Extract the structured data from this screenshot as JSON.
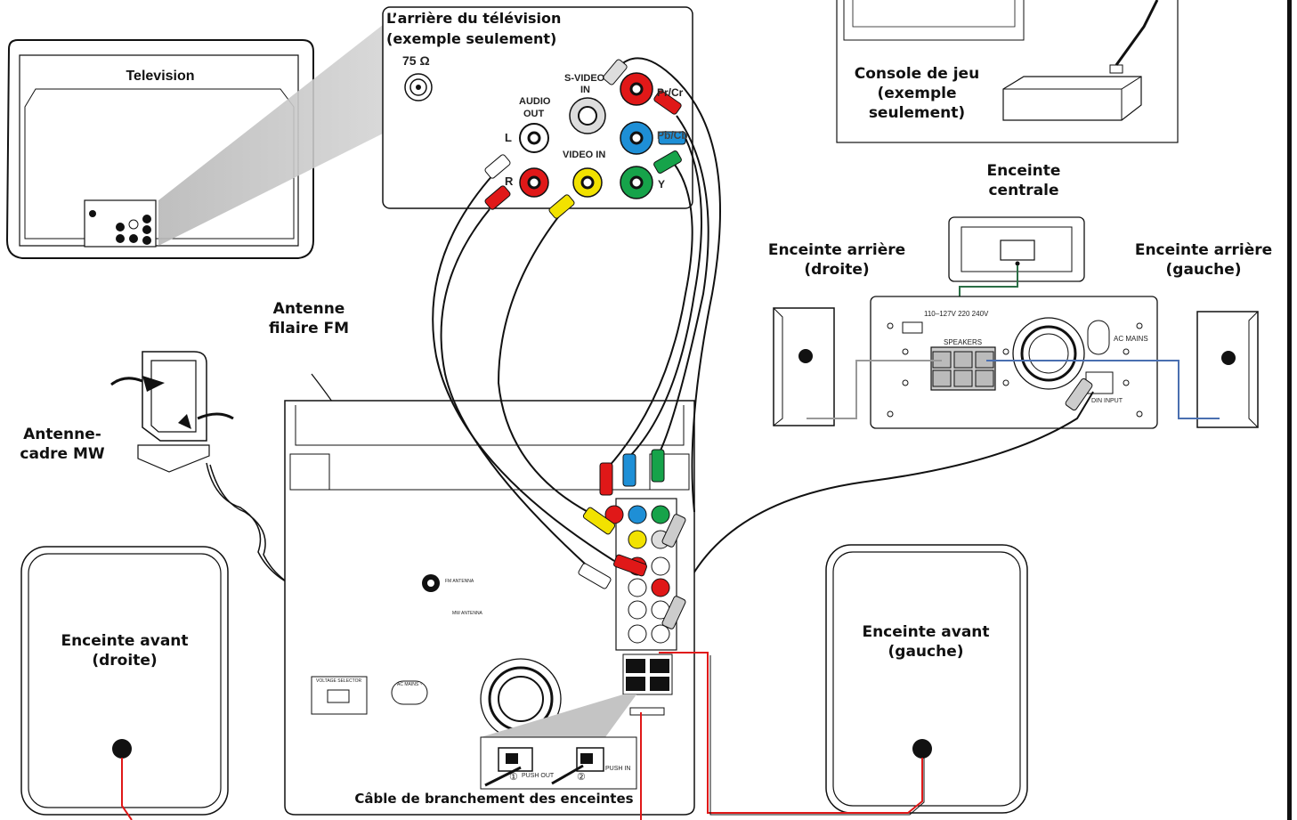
{
  "labels": {
    "television": "Television",
    "tv_back_title": "L’arrière du télévision",
    "tv_back_subtitle": "(exemple seulement)",
    "antenna_75": "75 Ω",
    "audio_out": "AUDIO",
    "audio_out2": "OUT",
    "audio_l": "L",
    "audio_r": "R",
    "svideo_in": "S-VIDEO",
    "svideo_in2": "IN",
    "video_in": "VIDEO IN",
    "pr_cr": "Pr/Cr",
    "pb_cb": "Pb/Cb",
    "y": "Y",
    "game_console_l1": "Console de jeu",
    "game_console_l2": "(exemple",
    "game_console_l3": "seulement)",
    "center_speaker_l1": "Enceinte",
    "center_speaker_l2": "centrale",
    "rear_right_l1": "Enceinte arrière",
    "rear_right_l2": "(droite)",
    "rear_left_l1": "Enceinte arrière",
    "rear_left_l2": "(gauche)",
    "fm_antenna_l1": "Antenne",
    "fm_antenna_l2": "filaire FM",
    "mw_antenna_l1": "Antenne-",
    "mw_antenna_l2": "cadre MW",
    "front_right_l1": "Enceinte avant",
    "front_right_l2": "(droite)",
    "front_left_l1": "Enceinte avant",
    "front_left_l2": "(gauche)",
    "speaker_cable": "Câble de branchement des enceintes",
    "push_out": "PUSH OUT",
    "push_in": "PUSH IN",
    "step1": "①",
    "step2": "②",
    "voltage": "110–127V  220  240V",
    "speakers_panel": "SPEAKERS",
    "ac_mains": "AC MAINS",
    "din_input": "DIN INPUT",
    "fm_ant_small": "FM ANTENNA",
    "mw_ant_small": "MW ANTENNA",
    "voltage_selector": "VOLTAGE SELECTOR",
    "ac_mains_main": "AC MAINS ~"
  },
  "colors": {
    "red": "#e01818",
    "blue": "#1e8fd6",
    "green": "#16a34a",
    "yellow": "#f2e200",
    "white_plug": "#ffffff",
    "gray_fill": "#c6c6c6",
    "line": "#111111"
  }
}
